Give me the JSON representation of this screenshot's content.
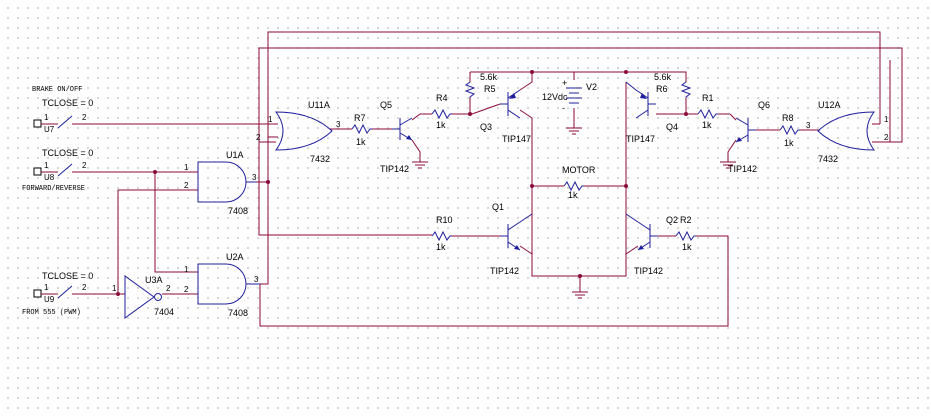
{
  "colors": {
    "wire": "#8b0a3a",
    "component": "#1f1f9e",
    "background": "#ffffff",
    "grid": "#c8c8c8"
  },
  "labels": {
    "brake": "BRAKE ON/OFF",
    "fwdrev": "FORWARD/REVERSE",
    "from555": "FROM 555 (PWM)",
    "motor": "MOTOR"
  },
  "switches": {
    "u7": {
      "ref": "U7",
      "param": "TCLOSE = 0",
      "pin1": "1",
      "pin2": "2"
    },
    "u8": {
      "ref": "U8",
      "param": "TCLOSE = 0",
      "pin1": "1",
      "pin2": "2"
    },
    "u9": {
      "ref": "U9",
      "param": "TCLOSE = 0",
      "pin1": "1",
      "pin2": "2"
    }
  },
  "gates": {
    "u1a": {
      "ref": "U1A",
      "part": "7408",
      "in1": "1",
      "in2": "2",
      "out": "3"
    },
    "u2a": {
      "ref": "U2A",
      "part": "7408",
      "in1": "1",
      "in2": "2",
      "out": "3"
    },
    "u3a": {
      "ref": "U3A",
      "part": "7404",
      "in": "1",
      "out": "2"
    },
    "u11a": {
      "ref": "U11A",
      "part": "7432",
      "in1": "1",
      "in2": "2",
      "out": "3"
    },
    "u12a": {
      "ref": "U12A",
      "part": "7432",
      "in1": "1",
      "in2": "2",
      "out": "3"
    }
  },
  "resistors": {
    "r7": {
      "ref": "R7",
      "value": "1k"
    },
    "r4": {
      "ref": "R4",
      "value": "1k"
    },
    "r5": {
      "ref": "R5",
      "value": "5.6k"
    },
    "r6": {
      "ref": "R6",
      "value": "5.6k"
    },
    "r1": {
      "ref": "R1",
      "value": "1k"
    },
    "r8": {
      "ref": "R8",
      "value": "1k"
    },
    "r10": {
      "ref": "R10",
      "value": "1k"
    },
    "r2": {
      "ref": "R2",
      "value": "1k"
    },
    "motor": {
      "ref": "MOTOR",
      "value": "1k"
    }
  },
  "transistors": {
    "q5": {
      "ref": "Q5",
      "part": "TIP142"
    },
    "q3": {
      "ref": "Q3",
      "part": "TIP147"
    },
    "q4": {
      "ref": "Q4",
      "part": "TIP147"
    },
    "q6": {
      "ref": "Q6",
      "part": "TIP142"
    },
    "q1": {
      "ref": "Q1",
      "part": "TIP142"
    },
    "q2": {
      "ref": "Q2",
      "part": "TIP142"
    }
  },
  "source": {
    "ref": "V2",
    "value": "12Vdc",
    "plus": "+",
    "minus": "-"
  }
}
